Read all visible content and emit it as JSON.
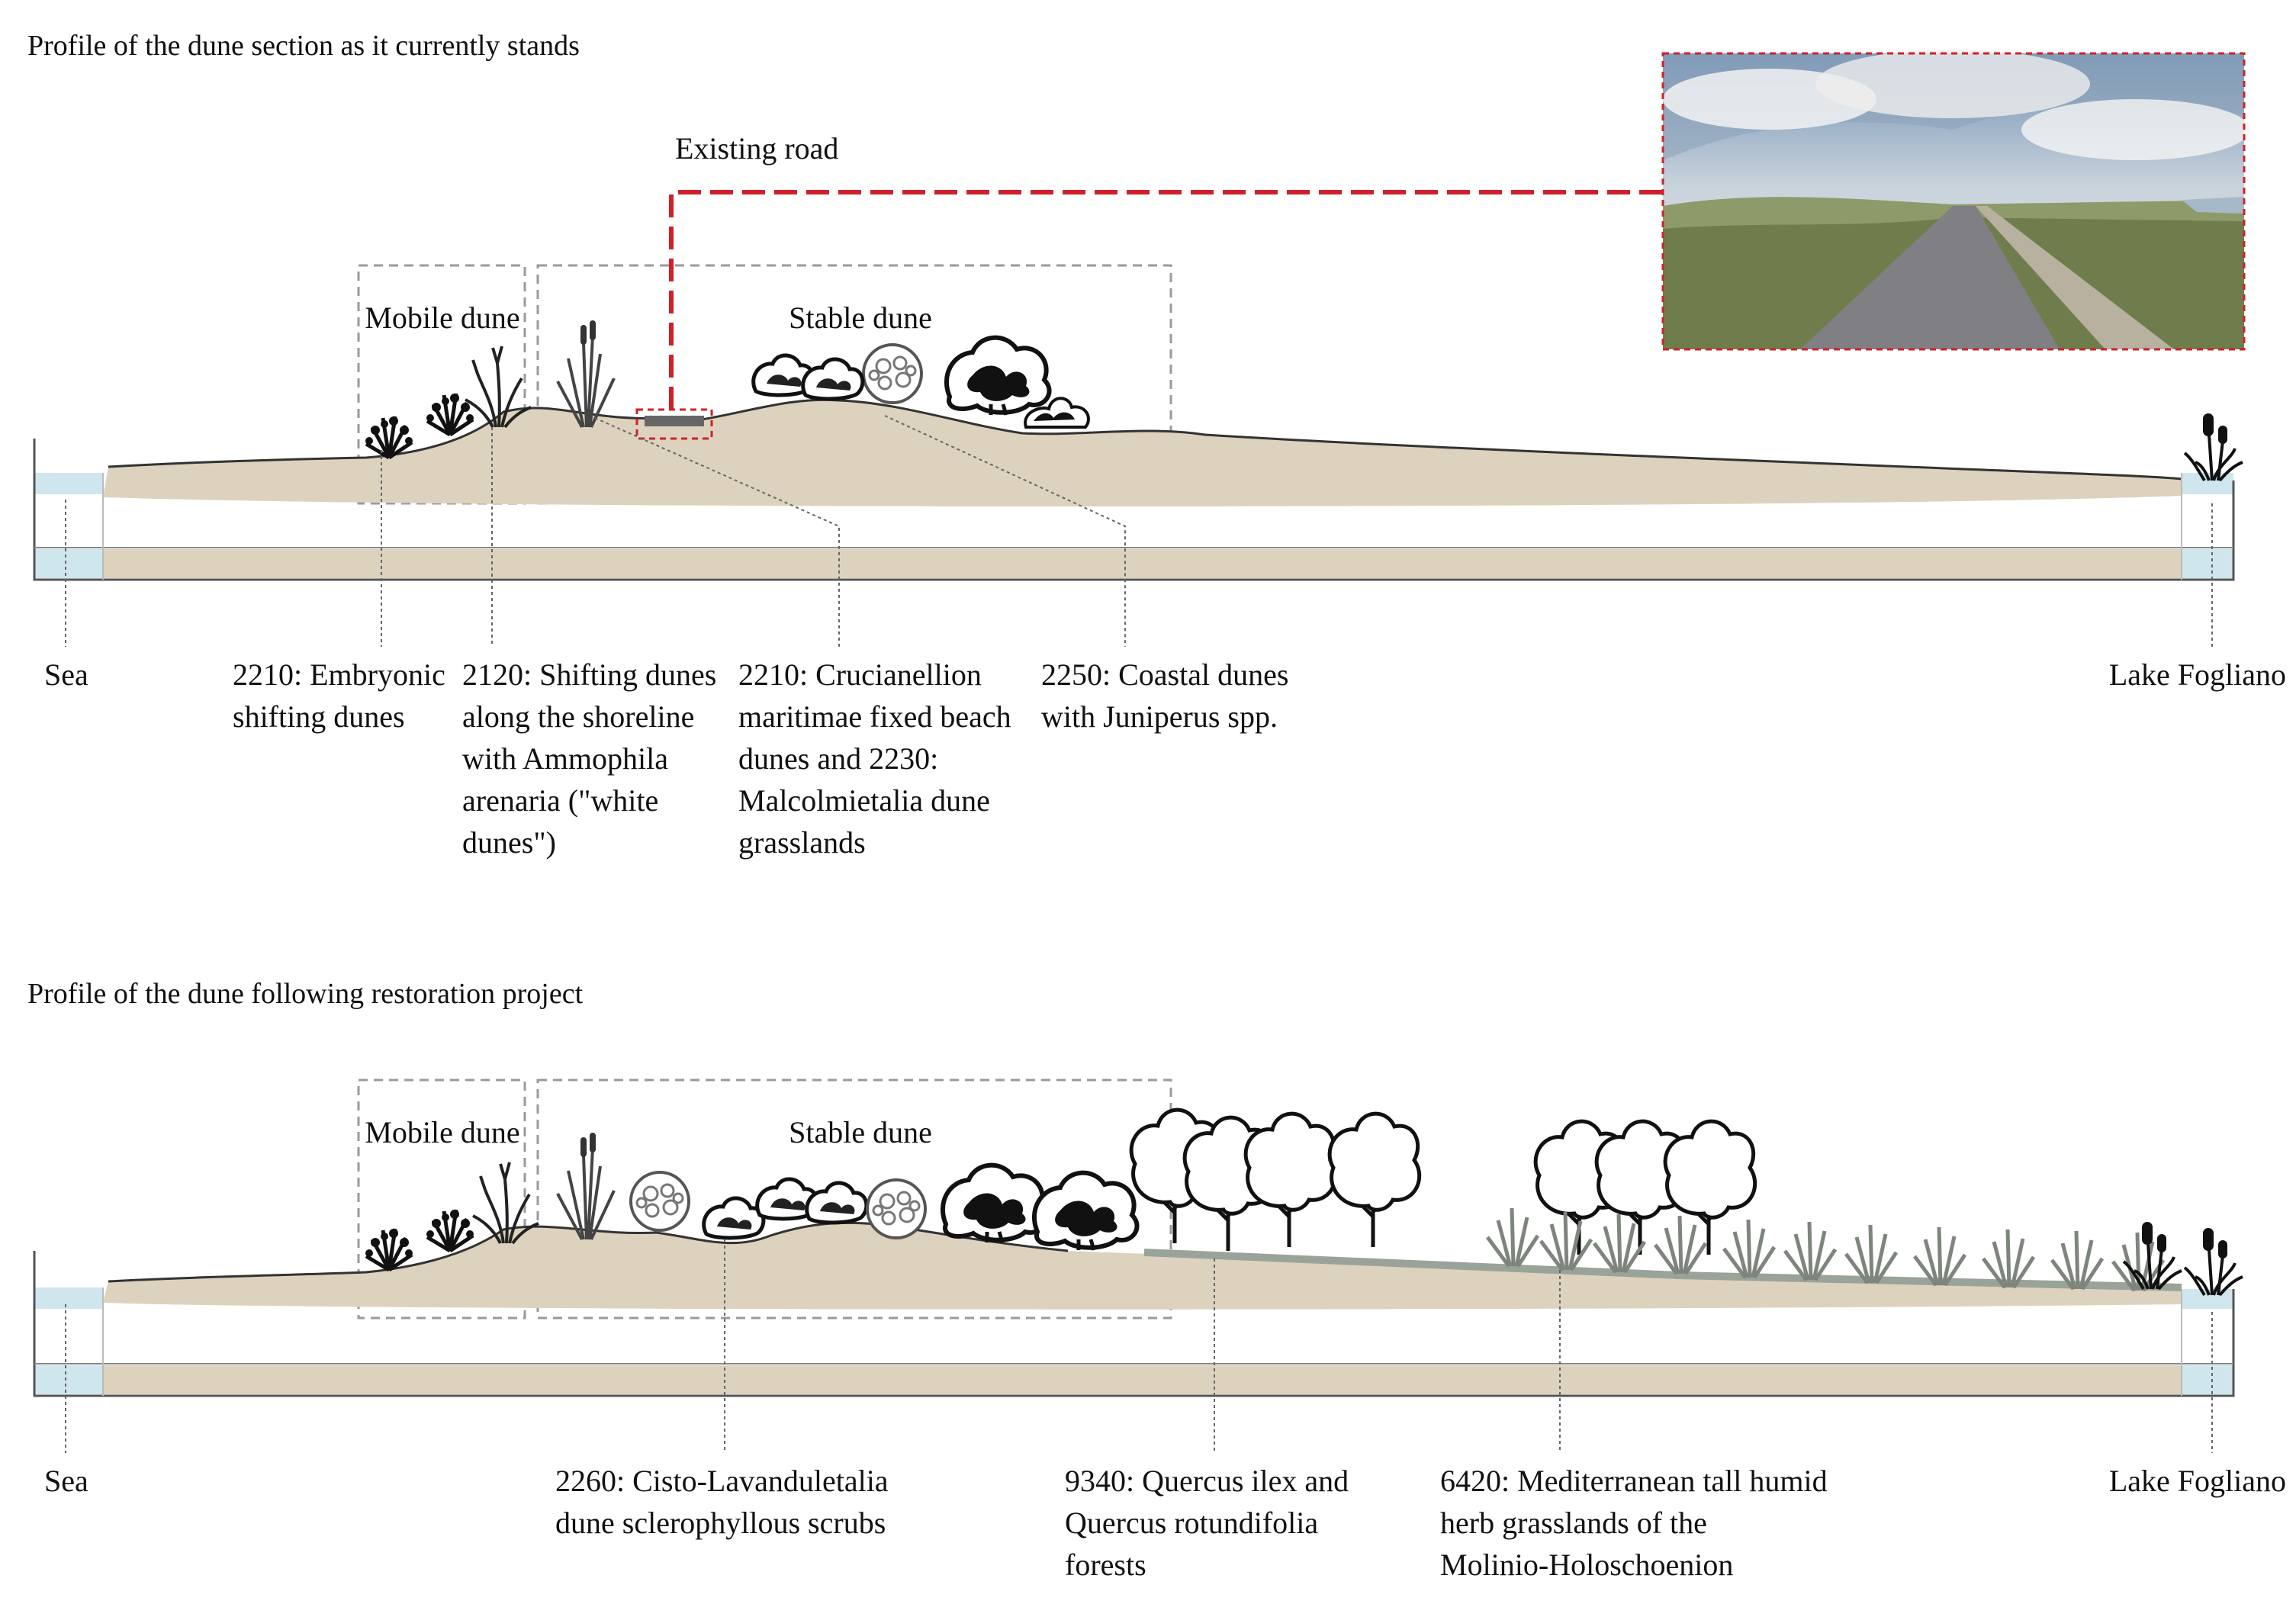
{
  "sections": [
    {
      "title": "Profile of the dune section as it currently stands",
      "road_label": "Existing road",
      "zones": {
        "mobile": "Mobile dune",
        "stable": "Stable dune"
      },
      "ends": {
        "left": "Sea",
        "right": "Lake Fogliano"
      },
      "habitats": [
        {
          "lines": [
            "2210: Embryonic",
            "shifting dunes"
          ]
        },
        {
          "lines": [
            "2120: Shifting dunes",
            "along the shoreline",
            "with Ammophila",
            "arenaria (\"white",
            "dunes\")"
          ]
        },
        {
          "lines": [
            "2210: Crucianellion",
            "maritimae fixed beach",
            "dunes and 2230:",
            "Malcolmietalia dune",
            "grasslands"
          ]
        },
        {
          "lines": [
            "2250: Coastal dunes",
            "with Juniperus spp."
          ]
        }
      ]
    },
    {
      "title": "Profile of the dune following restoration project",
      "zones": {
        "mobile": "Mobile dune",
        "stable": "Stable dune"
      },
      "ends": {
        "left": "Sea",
        "right": "Lake Fogliano"
      },
      "habitats": [
        {
          "lines": [
            "2260: Cisto-Lavanduletalia",
            "dune sclerophyllous scrubs"
          ]
        },
        {
          "lines": [
            "9340: Quercus ilex and",
            "Quercus rotundifolia",
            "forests"
          ]
        },
        {
          "lines": [
            "6420: Mediterranean tall humid",
            "herb grasslands of the",
            "Molinio-Holoschoenion"
          ]
        }
      ]
    }
  ],
  "colors": {
    "sand": "#ddd2bd",
    "water": "#cfe6ee",
    "road_marker": "#d0202a",
    "grass": "#8a9389"
  }
}
